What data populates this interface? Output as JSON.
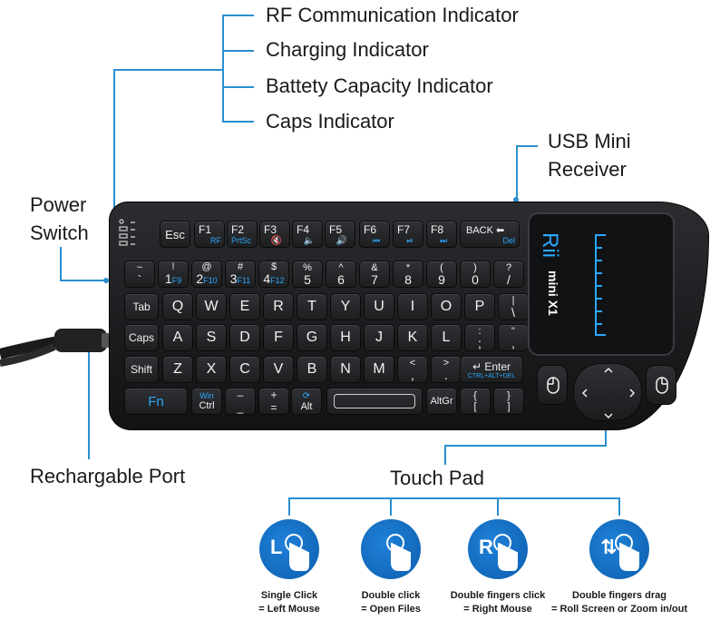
{
  "callouts": {
    "rf": "RF Communication Indicator",
    "charging": "Charging Indicator",
    "battery": "Battety Capacity Indicator",
    "caps": "Caps Indicator",
    "usb_line1": "USB Mini",
    "usb_line2": "Receiver",
    "power_line1": "Power",
    "power_line2": "Switch",
    "port": "Rechargable Port",
    "touchpad": "Touch Pad"
  },
  "brand": {
    "name": "Rii",
    "model": "mini X1"
  },
  "accent_color": "#2a8fd0",
  "keys": {
    "esc": "Esc",
    "f1": "F1",
    "f1_sub": "RF",
    "f2": "F2",
    "f2_sub": "PrtSc",
    "f3": "F3",
    "f4": "F4",
    "f5": "F5",
    "f6": "F6",
    "f7": "F7",
    "f8": "F8",
    "back": "BACK",
    "back_sub": "Del",
    "row1": [
      {
        "top": "~",
        "main": "`"
      },
      {
        "top": "!",
        "main": "1",
        "sub": "F9"
      },
      {
        "top": "@",
        "main": "2",
        "sub": "F10"
      },
      {
        "top": "#",
        "main": "3",
        "sub": "F11"
      },
      {
        "top": "$",
        "main": "4",
        "sub": "F12"
      },
      {
        "top": "%",
        "main": "5"
      },
      {
        "top": "^",
        "main": "6"
      },
      {
        "top": "&",
        "main": "7"
      },
      {
        "top": "*",
        "main": "8"
      },
      {
        "top": "(",
        "main": "9"
      },
      {
        "top": ")",
        "main": "0"
      },
      {
        "top": "?",
        "main": "/"
      }
    ],
    "tab": "Tab",
    "row2": [
      "Q",
      "W",
      "E",
      "R",
      "T",
      "Y",
      "U",
      "I",
      "O",
      "P"
    ],
    "row2_end": {
      "top": "|",
      "main": "\\"
    },
    "caps": "Caps",
    "row3": [
      "A",
      "S",
      "D",
      "F",
      "G",
      "H",
      "J",
      "K",
      "L"
    ],
    "row3_semi": {
      "top": ":",
      "main": ";"
    },
    "row3_quote": {
      "top": "\"",
      "main": ","
    },
    "shift": "Shift",
    "row4": [
      "Z",
      "X",
      "C",
      "V",
      "B",
      "N",
      "M"
    ],
    "row4_lt": {
      "top": "<",
      "main": ","
    },
    "row4_gt": {
      "top": ">",
      "main": "."
    },
    "enter": "Enter",
    "enter_sub": "CTRL+ALT+DEL",
    "fn": "Fn",
    "ctrl_top": "Win",
    "ctrl": "Ctrl",
    "minus_top": "–",
    "minus": "_",
    "plus_top": "+",
    "plus": "=",
    "alt": "Alt",
    "altgr": "AltGr",
    "bracket_top": "{",
    "bracket": "[",
    "bracket2_top": "}",
    "bracket2": "]"
  },
  "gestures": [
    {
      "letter": "L",
      "line1": "Single Click",
      "line2": "= Left  Mouse"
    },
    {
      "letter": "",
      "line1": "Double click",
      "line2": "= Open Files"
    },
    {
      "letter": "R",
      "line1": "Double fingers click",
      "line2": "= Right Mouse"
    },
    {
      "letter": "⇅",
      "line1": "Double fingers drag",
      "line2": "= Roll Screen or Zoom in/out"
    }
  ],
  "icons": [
    "usb-cable-icon",
    "mute-icon",
    "volume-down-icon",
    "volume-up-icon",
    "prev-track-icon",
    "play-pause-icon",
    "next-track-icon",
    "back-arrow-icon",
    "mouse-left-icon",
    "mouse-right-icon",
    "dpad-arrows-icon",
    "hand-tap-icon"
  ]
}
